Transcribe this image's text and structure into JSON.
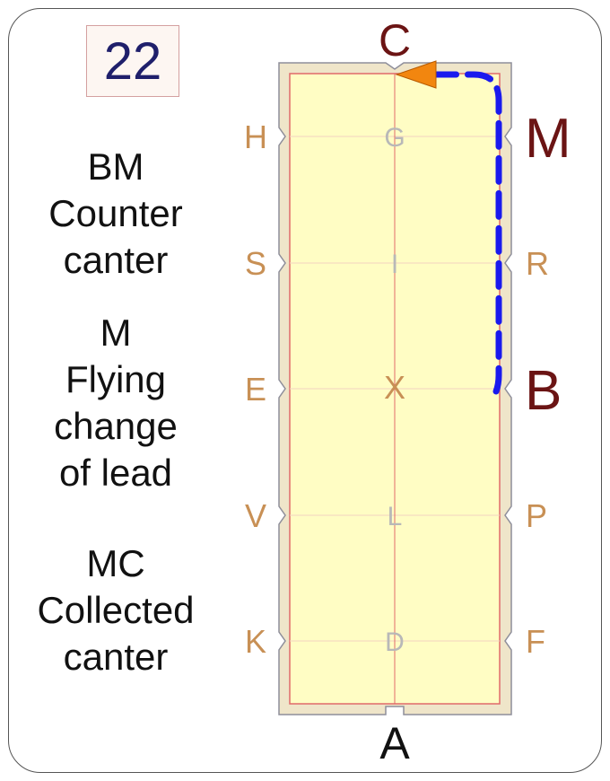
{
  "test_number": "22",
  "movements": [
    {
      "marker": "BM",
      "description": [
        "Counter",
        "canter"
      ]
    },
    {
      "marker": "M",
      "description": [
        "Flying",
        "change",
        "of lead"
      ]
    },
    {
      "marker": "MC",
      "description": [
        "Collected",
        "canter"
      ]
    }
  ],
  "arena": {
    "end_letters": {
      "top": "C",
      "bottom": "A"
    },
    "left_letters": [
      "H",
      "S",
      "E",
      "V",
      "K"
    ],
    "right_letters": [
      "M",
      "R",
      "B",
      "P",
      "F"
    ],
    "centerline_letters": [
      "G",
      "I",
      "X",
      "L",
      "D"
    ],
    "highlighted_letters": [
      "M",
      "B"
    ]
  },
  "colors": {
    "arena_fill": "#fffdc4",
    "arena_border": "#e06a6a",
    "track_fill": "#efe5c9",
    "letter_color": "#c89055",
    "highlight_letter_color": "#6b1414",
    "centerline_letter_color": "#b8b8b8",
    "path_color": "#1a1aee",
    "arrow_color": "#f2860f"
  }
}
